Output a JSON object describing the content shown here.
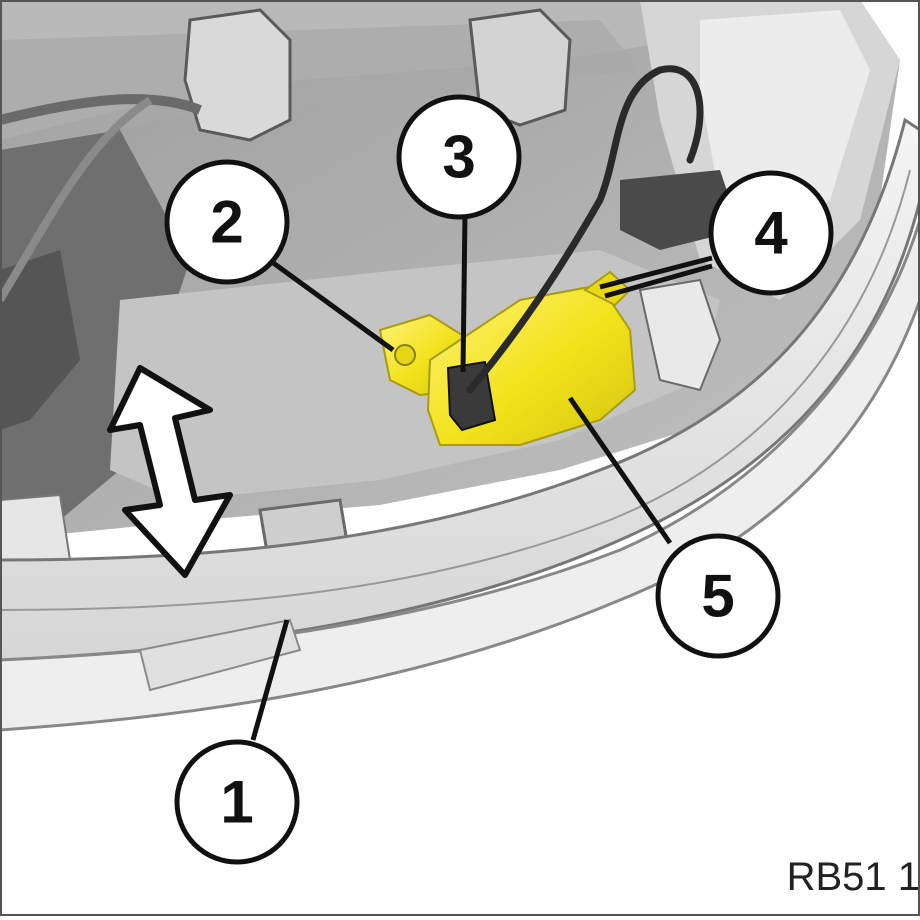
{
  "figure": {
    "reference_code": "RB51 1"
  },
  "callouts": [
    {
      "id": "callout-1",
      "label": "1"
    },
    {
      "id": "callout-2",
      "label": "2"
    },
    {
      "id": "callout-3",
      "label": "3"
    },
    {
      "id": "callout-4",
      "label": "4"
    },
    {
      "id": "callout-5",
      "label": "5"
    }
  ],
  "colors": {
    "highlight_part": "#f2e21a",
    "highlight_shadow": "#c9bb10",
    "housing_dark": "#8c8c8c",
    "housing_mid": "#b3b3b3",
    "housing_light": "#e4e4e4",
    "outline": "#111111"
  },
  "icons": [
    "double-arrow-icon"
  ]
}
